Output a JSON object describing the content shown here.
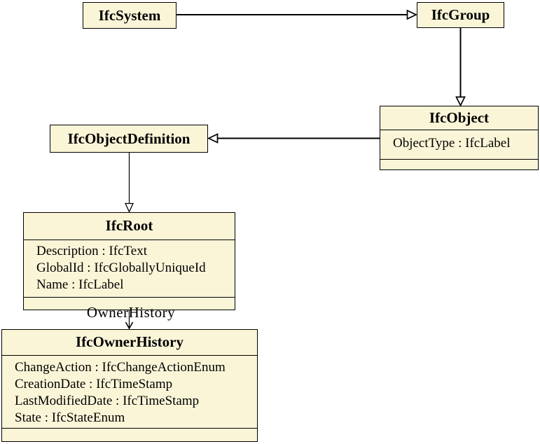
{
  "colors": {
    "class_fill": "#FBF5D8",
    "class_border": "#000000",
    "connector": "#000000",
    "background": "#FFFFFF"
  },
  "classes": [
    {
      "name": "IfcSystem",
      "attributes": []
    },
    {
      "name": "IfcGroup",
      "attributes": []
    },
    {
      "name": "IfcObject",
      "attributes": [
        "ObjectType : IfcLabel"
      ]
    },
    {
      "name": "IfcObjectDefinition",
      "attributes": []
    },
    {
      "name": "IfcRoot",
      "attributes": [
        "Description : IfcText",
        "GlobalId : IfcGloballyUniqueId",
        "Name : IfcLabel"
      ]
    },
    {
      "name": "IfcOwnerHistory",
      "attributes": [
        "ChangeAction : IfcChangeActionEnum",
        "CreationDate : IfcTimeStamp",
        "LastModifiedDate : IfcTimeStamp",
        "State : IfcStateEnum"
      ]
    }
  ],
  "relationships": [
    {
      "from": "IfcSystem",
      "to": "IfcGroup",
      "type": "generalization",
      "label": ""
    },
    {
      "from": "IfcGroup",
      "to": "IfcObject",
      "type": "generalization",
      "label": ""
    },
    {
      "from": "IfcObject",
      "to": "IfcObjectDefinition",
      "type": "generalization",
      "label": ""
    },
    {
      "from": "IfcObjectDefinition",
      "to": "IfcRoot",
      "type": "generalization",
      "label": ""
    },
    {
      "from": "IfcRoot",
      "to": "IfcOwnerHistory",
      "type": "association",
      "label": "OwnerHistory"
    }
  ]
}
